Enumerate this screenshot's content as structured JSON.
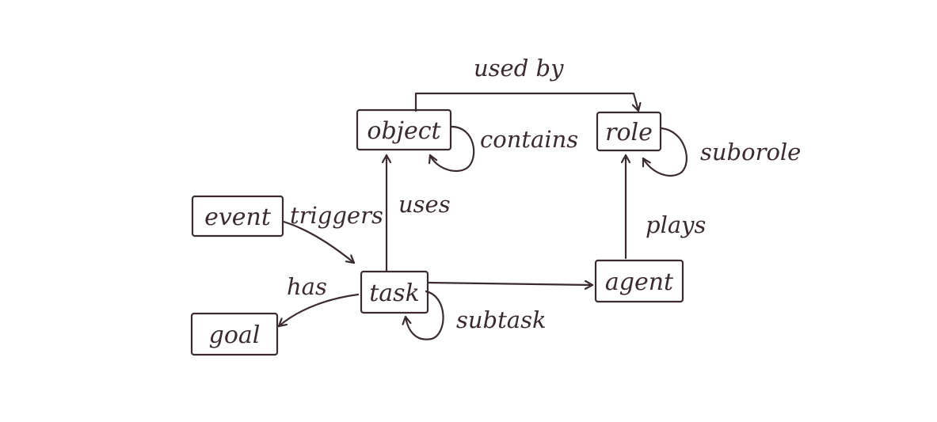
{
  "diagram": {
    "nodes": {
      "object": "object",
      "role": "role",
      "event": "event",
      "task": "task",
      "agent": "agent",
      "goal": "goal"
    },
    "edges": {
      "used_by": "used by",
      "contains": "contains",
      "suborole": "suborole",
      "triggers": "triggers",
      "uses": "uses",
      "plays": "plays",
      "has": "has",
      "subtask": "subtask"
    }
  }
}
